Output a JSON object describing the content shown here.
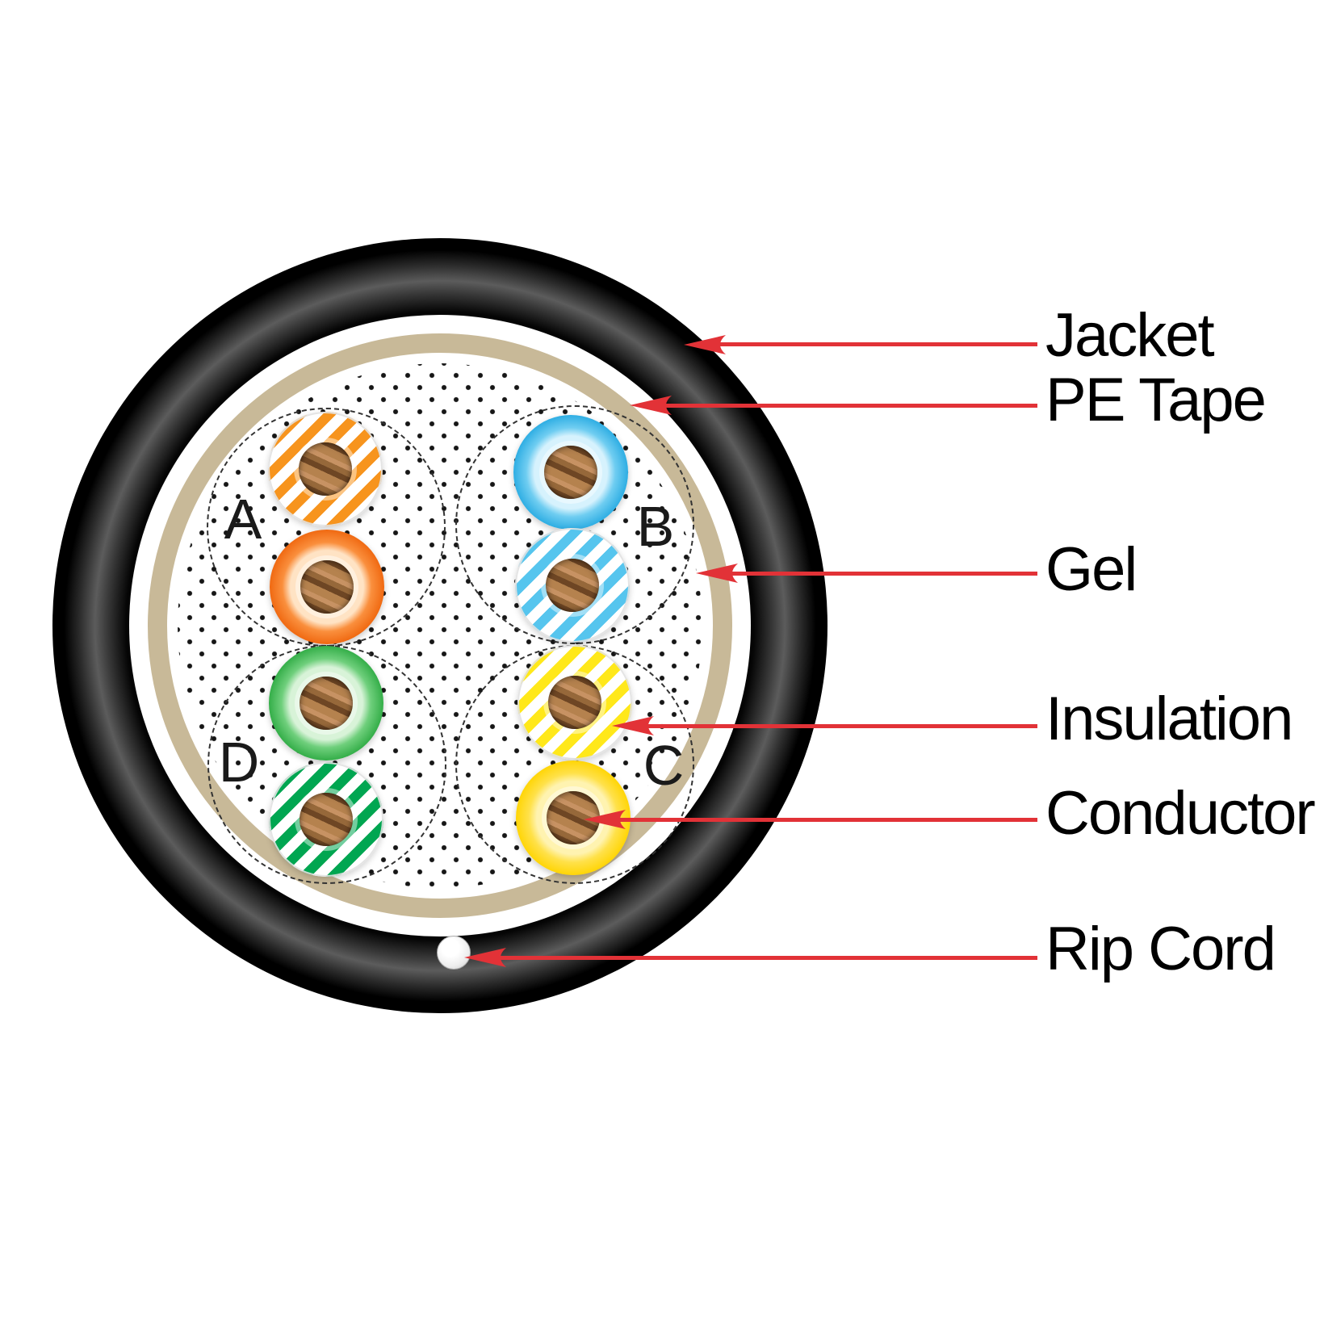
{
  "diagram_type": "cable-cross-section",
  "callouts": [
    {
      "id": "jacket",
      "text": "Jacket"
    },
    {
      "id": "pe-tape",
      "text": "PE Tape"
    },
    {
      "id": "gel",
      "text": "Gel"
    },
    {
      "id": "insulation",
      "text": "Insulation"
    },
    {
      "id": "conductor",
      "text": "Conductor"
    },
    {
      "id": "rip-cord",
      "text": "Rip Cord"
    }
  ],
  "pairs": [
    {
      "letter": "A",
      "position": "top-left",
      "wires": [
        "orange-white striped",
        "orange solid"
      ]
    },
    {
      "letter": "B",
      "position": "top-right",
      "wires": [
        "blue solid",
        "blue-white striped"
      ]
    },
    {
      "letter": "D",
      "position": "bottom-left",
      "wires": [
        "green solid",
        "green-white striped"
      ]
    },
    {
      "letter": "C",
      "position": "bottom-right",
      "wires": [
        "yellow-white striped",
        "yellow solid"
      ]
    }
  ],
  "colors": {
    "jacket": "#000000",
    "pe_tape": "#c8b998",
    "gel_dot": "#161616",
    "orange": "#ef660e",
    "orange_stripe": "#f7941d",
    "blue": "#29abe2",
    "blue_stripe": "#56c5ee",
    "green": "#2fab44",
    "green_stripe": "#00a651",
    "yellow": "#ffd400",
    "yellow_stripe": "#ffe81a",
    "conductor_base": "#b5824e",
    "conductor_mid": "#96683a",
    "conductor_dark": "#6e4624",
    "conductor_light": "#c79263",
    "arrow_red": "#e23237",
    "rip_cord": "#ededed"
  }
}
